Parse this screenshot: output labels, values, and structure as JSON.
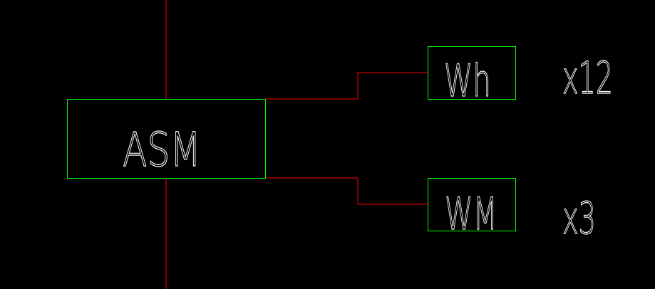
{
  "diagram": {
    "background_color": "#000000",
    "box_color": "#00ff00",
    "wire_color": "#ff0000",
    "text_color": "#ffffff",
    "main_box": {
      "label": "ASM"
    },
    "branches": [
      {
        "label": "Wh",
        "multiplier": "x12"
      },
      {
        "label": "WM",
        "multiplier": "x3"
      }
    ]
  }
}
